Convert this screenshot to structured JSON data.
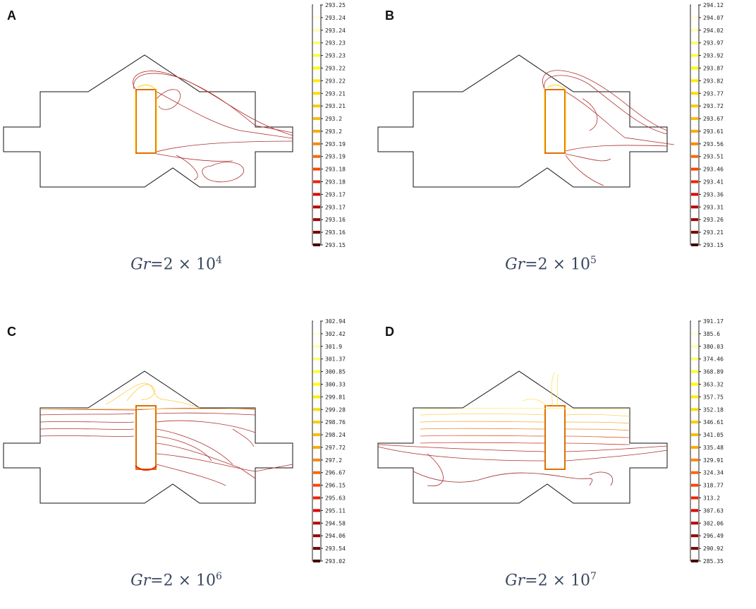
{
  "panels": [
    {
      "letter": "A",
      "caption": {
        "prefix": "Gr",
        "eq": "=2 × 10",
        "exp": "4"
      },
      "colorbar": [
        "293.25",
        "293.24",
        "293.24",
        "293.23",
        "293.23",
        "293.22",
        "293.22",
        "293.21",
        "293.21",
        "293.2",
        "293.2",
        "293.19",
        "293.19",
        "293.18",
        "293.18",
        "293.17",
        "293.17",
        "293.16",
        "293.16",
        "293.15"
      ]
    },
    {
      "letter": "B",
      "caption": {
        "prefix": "Gr",
        "eq": "=2 × 10",
        "exp": "5"
      },
      "colorbar": [
        "294.12",
        "294.07",
        "294.02",
        "293.97",
        "293.92",
        "293.87",
        "293.82",
        "293.77",
        "293.72",
        "293.67",
        "293.61",
        "293.56",
        "293.51",
        "293.46",
        "293.41",
        "293.36",
        "293.31",
        "293.26",
        "293.21",
        "293.15"
      ]
    },
    {
      "letter": "C",
      "caption": {
        "prefix": "Gr",
        "eq": "=2 × 10",
        "exp": "6"
      },
      "colorbar": [
        "302.94",
        "302.42",
        "301.9",
        "301.37",
        "300.85",
        "300.33",
        "299.81",
        "299.28",
        "298.76",
        "298.24",
        "297.72",
        "297.2",
        "296.67",
        "296.15",
        "295.63",
        "295.11",
        "294.58",
        "294.06",
        "293.54",
        "293.02"
      ]
    },
    {
      "letter": "D",
      "caption": {
        "prefix": "Gr",
        "eq": "=2 × 10",
        "exp": "7"
      },
      "colorbar": [
        "391.17",
        "385.6",
        "380.03",
        "374.46",
        "368.89",
        "363.32",
        "357.75",
        "352.18",
        "346.61",
        "341.05",
        "335.48",
        "329.91",
        "324.34",
        "318.77",
        "313.2",
        "307.63",
        "302.06",
        "296.49",
        "290.92",
        "285.35"
      ]
    }
  ],
  "colors": {
    "colorbar_ramp": [
      "#ffffff",
      "#ffffe0",
      "#ffffb0",
      "#ffff70",
      "#ffff30",
      "#ffff00",
      "#ffee00",
      "#ffdd00",
      "#ffcc00",
      "#ffbb00",
      "#ffaa00",
      "#ff8800",
      "#ff6600",
      "#ff4400",
      "#ee2200",
      "#dd0000",
      "#bb0000",
      "#990000",
      "#770000",
      "#440000"
    ],
    "caption": "#3a4660",
    "streamline": "#b23030"
  }
}
